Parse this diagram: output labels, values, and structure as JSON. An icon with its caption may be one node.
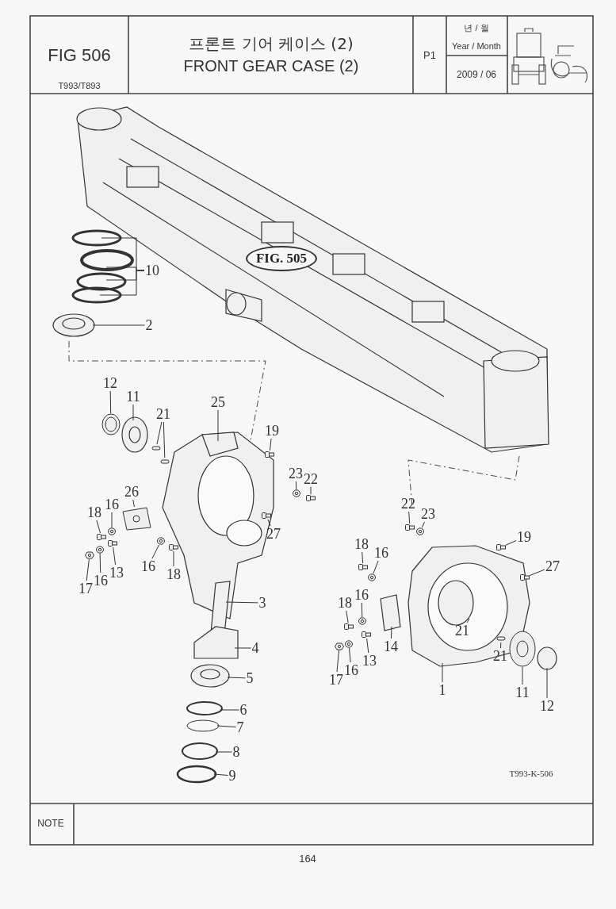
{
  "diagram": {
    "title": "프론트 기어 케이스 (2)",
    "nodes": [
      {
        "text": [
          "FIG. 505"
        ]
      },
      {
        "text": [
          "10"
        ]
      },
      {
        "text": [
          "2"
        ]
      },
      {
        "text": [
          "12"
        ]
      },
      {
        "text": [
          "11"
        ]
      },
      {
        "text": [
          "21"
        ]
      },
      {
        "text": [
          "25"
        ]
      },
      {
        "text": [
          "19"
        ]
      },
      {
        "text": [
          "23"
        ]
      },
      {
        "text": [
          "22"
        ]
      },
      {
        "text": [
          "26"
        ]
      },
      {
        "text": [
          "27"
        ]
      },
      {
        "text": [
          "18"
        ]
      },
      {
        "text": [
          "16"
        ]
      },
      {
        "text": [
          "16"
        ]
      },
      {
        "text": [
          "18"
        ]
      },
      {
        "text": [
          "17"
        ]
      },
      {
        "text": [
          "16"
        ]
      },
      {
        "text": [
          "13"
        ]
      },
      {
        "text": [
          "3"
        ]
      },
      {
        "text": [
          "4"
        ]
      },
      {
        "text": [
          "5"
        ]
      },
      {
        "text": [
          "6"
        ]
      },
      {
        "text": [
          "7"
        ]
      },
      {
        "text": [
          "8"
        ]
      },
      {
        "text": [
          "9"
        ]
      },
      {
        "text": [
          "22"
        ]
      },
      {
        "text": [
          "23"
        ]
      },
      {
        "text": [
          "19"
        ]
      },
      {
        "text": [
          "27"
        ]
      },
      {
        "text": [
          "18"
        ]
      },
      {
        "text": [
          "16"
        ]
      },
      {
        "text": [
          "18"
        ]
      },
      {
        "text": [
          "16"
        ]
      },
      {
        "text": [
          "14"
        ]
      },
      {
        "text": [
          "13"
        ]
      },
      {
        "text": [
          "21"
        ]
      },
      {
        "text": [
          "17"
        ]
      },
      {
        "text": [
          "16"
        ]
      },
      {
        "text": [
          "1"
        ]
      },
      {
        "text": [
          "21"
        ]
      },
      {
        "text": [
          "11"
        ]
      },
      {
        "text": [
          "12"
        ]
      },
      {
        "text": [],
        "shape": "pin"
      },
      {
        "text": [],
        "shape": "pin"
      },
      {
        "text": [],
        "shape": "bolt"
      },
      {
        "text": [],
        "shape": "washer"
      },
      {
        "text": [],
        "shape": "bolt"
      },
      {
        "text": [],
        "shape": "bolt"
      },
      {
        "text": [],
        "shape": "bolt"
      },
      {
        "text": [],
        "shape": "washer"
      },
      {
        "text": [],
        "shape": "washer"
      },
      {
        "text": [],
        "shape": "bolt"
      },
      {
        "text": [],
        "shape": "nut"
      },
      {
        "text": [],
        "shape": "washer"
      },
      {
        "text": [],
        "shape": "bolt"
      },
      {
        "text": [],
        "shape": "bolt"
      },
      {
        "text": [],
        "shape": "washer"
      },
      {
        "text": [],
        "shape": "bolt"
      },
      {
        "text": [],
        "shape": "bolt"
      },
      {
        "text": [],
        "shape": "bolt"
      },
      {
        "text": [],
        "shape": "washer"
      },
      {
        "text": [],
        "shape": "bolt"
      },
      {
        "text": [],
        "shape": "washer"
      },
      {
        "text": [],
        "shape": "bolt"
      },
      {
        "text": [],
        "shape": "nut"
      },
      {
        "text": [],
        "shape": "washer"
      },
      {
        "text": [],
        "shape": "pin"
      },
      {
        "text": [],
        "shape": "ring"
      },
      {
        "text": [],
        "shape": "bracket"
      },
      {
        "text": [],
        "shape": "bearing"
      }
    ],
    "edges": [
      {
        "from": 1,
        "to": null,
        "arrow": "none"
      },
      {
        "from": 1,
        "to": null,
        "arrow": "none"
      },
      {
        "from": 1,
        "to": null,
        "arrow": "none"
      },
      {
        "from": 1,
        "to": null,
        "arrow": "none"
      },
      {
        "from": 2,
        "to": null,
        "arrow": "none"
      },
      {
        "from": 3,
        "to": 68,
        "arrow": "none"
      },
      {
        "from": 4,
        "to": null,
        "arrow": "none"
      },
      {
        "from": 5,
        "to": 43,
        "arrow": "none"
      },
      {
        "from": 5,
        "to": 44,
        "arrow": "none"
      },
      {
        "from": 6,
        "to": null,
        "arrow": "none"
      },
      {
        "from": 7,
        "to": 45,
        "arrow": "none"
      },
      {
        "from": 8,
        "to": 46,
        "arrow": "none"
      },
      {
        "from": 9,
        "to": 47,
        "arrow": "none"
      },
      {
        "from": 10,
        "to": 69,
        "arrow": "none"
      },
      {
        "from": 11,
        "to": 48,
        "arrow": "none"
      },
      {
        "from": 12,
        "to": 49,
        "arrow": "none"
      },
      {
        "from": 13,
        "to": 50,
        "arrow": "none"
      },
      {
        "from": 14,
        "to": 51,
        "arrow": "none"
      },
      {
        "from": 15,
        "to": 52,
        "arrow": "none"
      },
      {
        "from": 16,
        "to": 53,
        "arrow": "none"
      },
      {
        "from": 17,
        "to": 54,
        "arrow": "none"
      },
      {
        "from": 18,
        "to": 55,
        "arrow": "none"
      },
      {
        "from": 19,
        "to": null,
        "arrow": "none"
      },
      {
        "from": 20,
        "to": null,
        "arrow": "none"
      },
      {
        "from": 21,
        "to": null,
        "arrow": "none"
      },
      {
        "from": 22,
        "to": null,
        "arrow": "none"
      },
      {
        "from": 23,
        "to": null,
        "arrow": "none"
      },
      {
        "from": 24,
        "to": null,
        "arrow": "none"
      },
      {
        "from": 25,
        "to": null,
        "arrow": "none"
      },
      {
        "from": 26,
        "to": 56,
        "arrow": "none"
      },
      {
        "from": 27,
        "to": 57,
        "arrow": "none"
      },
      {
        "from": 28,
        "to": 58,
        "arrow": "none"
      },
      {
        "from": 29,
        "to": 59,
        "arrow": "none"
      },
      {
        "from": 30,
        "to": 60,
        "arrow": "none"
      },
      {
        "from": 31,
        "to": 61,
        "arrow": "none"
      },
      {
        "from": 32,
        "to": 62,
        "arrow": "none"
      },
      {
        "from": 33,
        "to": 63,
        "arrow": "none"
      },
      {
        "from": 34,
        "to": null,
        "arrow": "none"
      },
      {
        "from": 35,
        "to": 64,
        "arrow": "none"
      },
      {
        "from": 36,
        "to": null,
        "arrow": "none"
      },
      {
        "from": 37,
        "to": 65,
        "arrow": "none"
      },
      {
        "from": 38,
        "to": 66,
        "arrow": "none"
      },
      {
        "from": 39,
        "to": null,
        "arrow": "none"
      },
      {
        "from": 40,
        "to": 67,
        "arrow": "none"
      },
      {
        "from": 41,
        "to": 70,
        "arrow": "none"
      },
      {
        "from": 42,
        "to": null,
        "arrow": "none"
      }
    ],
    "labels": [
      "FIG 506",
      "T993/T893",
      "FRONT GEAR CASE (2)",
      "P1",
      "년 / 월",
      "Year / Month",
      "2009 / 06",
      "T993-K-506",
      "NOTE",
      "164"
    ]
  }
}
